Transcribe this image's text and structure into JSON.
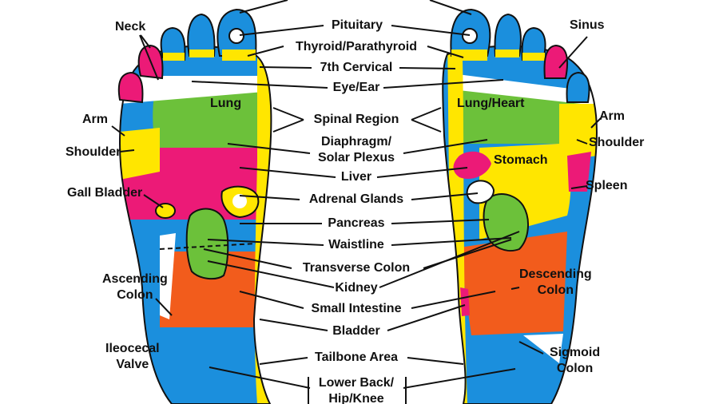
{
  "labels": {
    "center": {
      "pituitary": "Pituitary",
      "thyroid": "Thyroid/Parathyroid",
      "cervical": "7th Cervical",
      "eye_ear": "Eye/Ear",
      "spinal": "Spinal Region",
      "diaphragm_1": "Diaphragm/",
      "diaphragm_2": "Solar Plexus",
      "liver": "Liver",
      "adrenal": "Adrenal Glands",
      "pancreas": "Pancreas",
      "waistline": "Waistline",
      "transverse": "Transverse Colon",
      "kidney": "Kidney",
      "small_intestine": "Small Intestine",
      "bladder": "Bladder",
      "tailbone": "Tailbone Area",
      "lower_back_1": "Lower Back/",
      "lower_back_2": "Hip/Knee"
    },
    "left": {
      "neck": "Neck",
      "lung": "Lung",
      "arm": "Arm",
      "shoulder": "Shoulder",
      "gall_bladder": "Gall Bladder",
      "ascending_1": "Ascending",
      "ascending_2": "Colon",
      "ileocecal_1": "Ileocecal",
      "ileocecal_2": "Valve"
    },
    "right": {
      "sinus": "Sinus",
      "lung_heart": "Lung/Heart",
      "arm": "Arm",
      "shoulder": "Shoulder",
      "stomach": "Stomach",
      "spleen": "Spleen",
      "descending_1": "Descending",
      "descending_2": "Colon",
      "sigmoid_1": "Sigmoid",
      "sigmoid_2": "Colon"
    }
  },
  "colors": {
    "blue": "#1b8fdd",
    "green": "#6cc13a",
    "yellow": "#ffe600",
    "magenta": "#ec1a77",
    "orange": "#f25c1c",
    "black": "#111111",
    "white": "#ffffff"
  }
}
